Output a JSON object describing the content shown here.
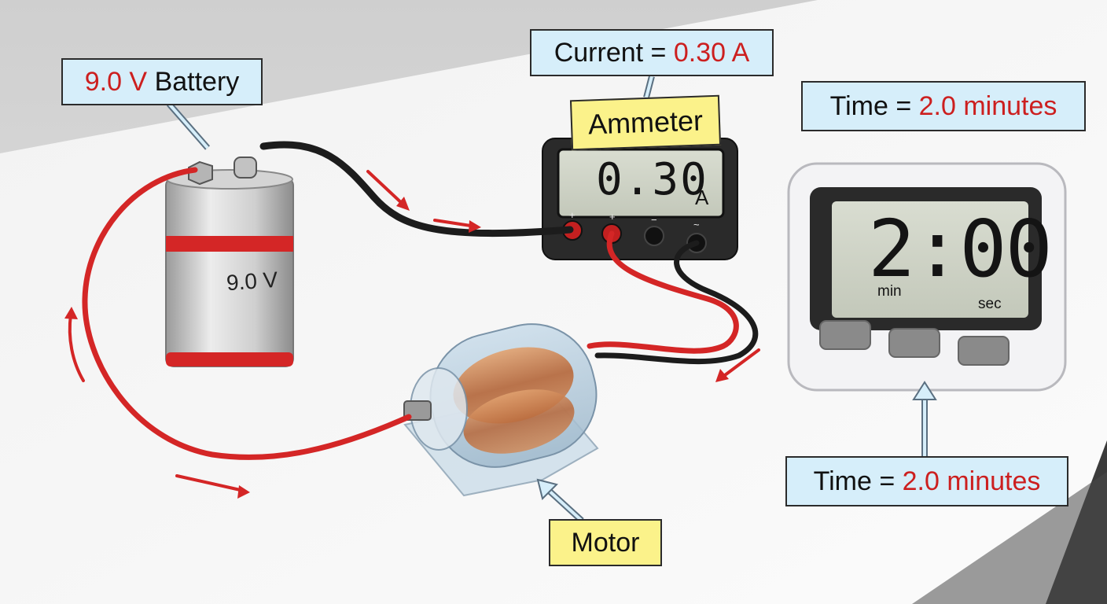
{
  "battery": {
    "label_value": "9.0 V",
    "label_name": "Battery",
    "body_text": "9.0 V"
  },
  "ammeter": {
    "title": "Ammeter",
    "current_label_prefix": "Current = ",
    "current_label_value": "0.30 A",
    "display_value": "0.30",
    "display_unit": "A",
    "terminals": [
      "+",
      "+",
      "−",
      "~"
    ]
  },
  "timer": {
    "display": "2:00",
    "unit_left": "min",
    "unit_right": "sec",
    "time_label_prefix": "Time = ",
    "time_label_value": "2.0 minutes"
  },
  "motor": {
    "label": "Motor"
  },
  "colors": {
    "accent_red": "#cc1f1f",
    "label_blue": "#d6eefa",
    "label_yellow": "#fbf28a",
    "wire_red": "#d42626",
    "wire_black": "#1c1c1c"
  }
}
